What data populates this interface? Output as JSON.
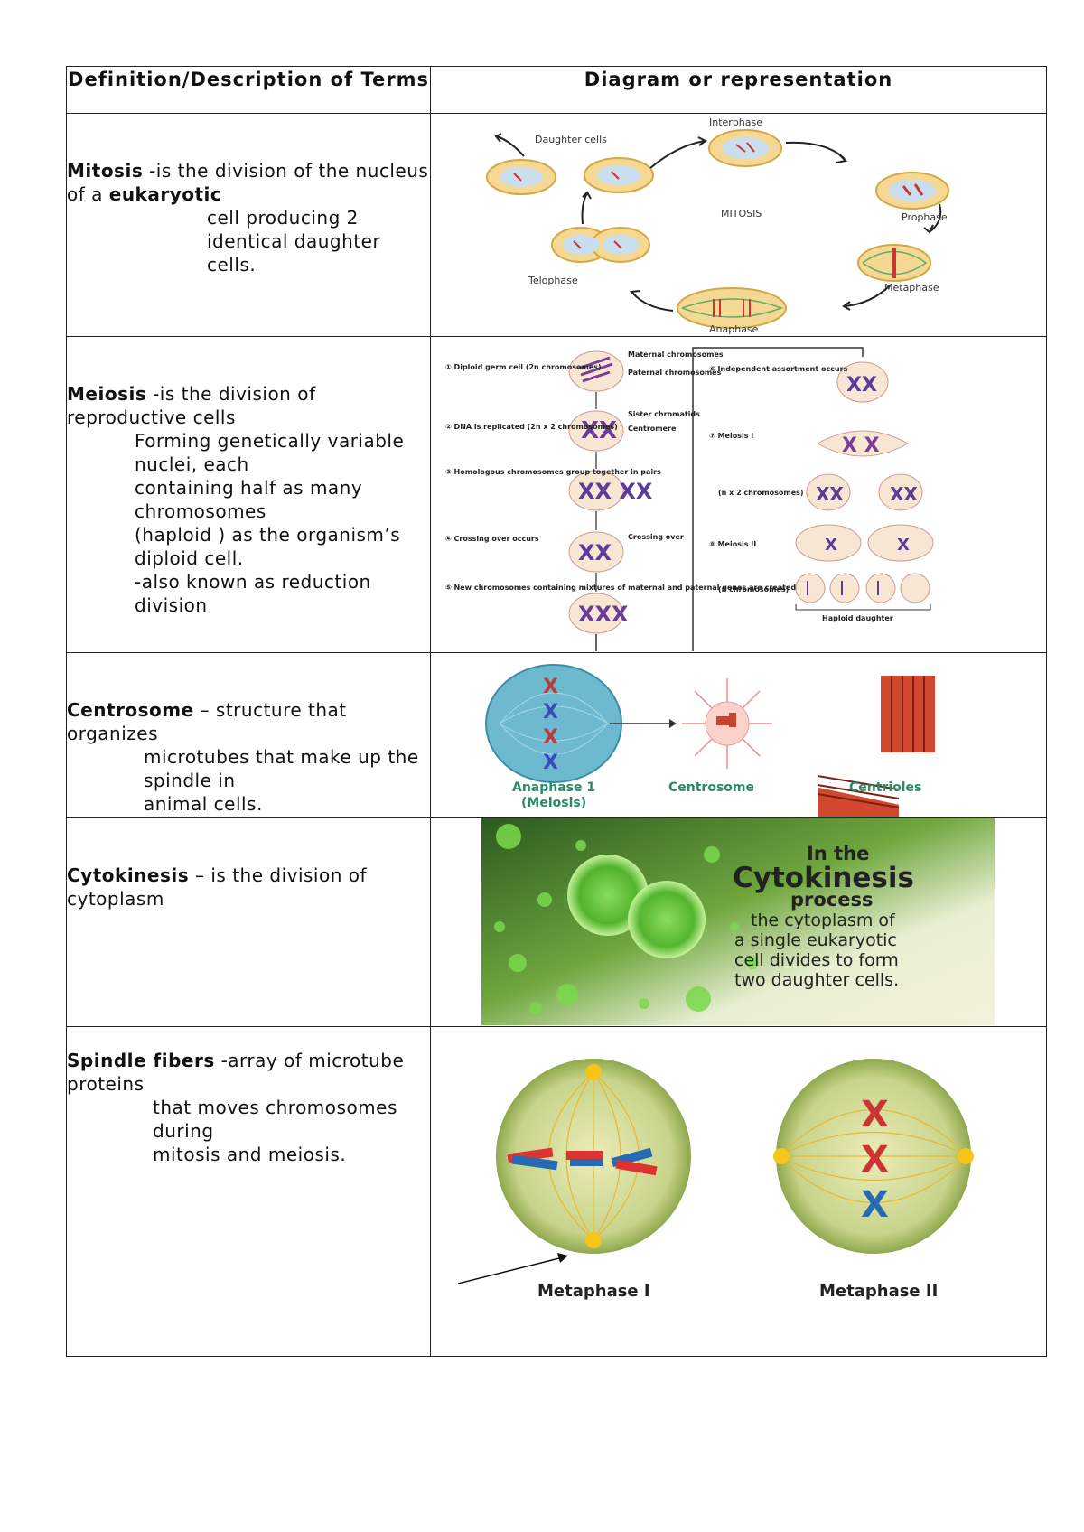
{
  "header": {
    "col1": "Definition/Description of Terms",
    "col2": "Diagram or representation"
  },
  "rows": [
    {
      "term": "Mitosis",
      "t1": " -is the division of the nucleus of a ",
      "bold2": "eukaryotic",
      "t2": "cell producing 2 identical daughter cells."
    },
    {
      "term": "Meiosis",
      "t1": " -is the division of reproductive cells",
      "t2": "Forming genetically variable nuclei, each",
      "t3": "containing  half as many chromosomes",
      "t4": "(haploid ) as  the organism’s diploid cell.",
      "t5": "-also known as reduction division"
    },
    {
      "term": "Centrosome",
      "t1": " – structure that organizes",
      "t2": "microtubes that make up the spindle in",
      "t3": "animal cells."
    },
    {
      "term": "Cytokinesis",
      "t1": " – is the division of cytoplasm"
    },
    {
      "term": "Spindle fibers",
      "t1": "  -array of microtube proteins",
      "t2": "that moves chromosomes during",
      "t3": "mitosis and meiosis."
    }
  ],
  "fig_mitosis": {
    "interphase": "Interphase",
    "daughter": "Daughter cells",
    "prophase": "Prophase",
    "center": "MITOSIS",
    "metaphase": "Metaphase",
    "telophase": "Telophase",
    "anaphase": "Anaphase"
  },
  "fig_meiosis": {
    "s1": "① Diploid germ cell (2n chromosomes)",
    "s2": "② DNA is replicated (2n x 2 chromosomes)",
    "s3": "③ Homologous chromosomes group together in pairs",
    "s4": "④ Crossing over occurs",
    "s5": "⑤ New chromosomes containing mixtures of maternal and paternal genes are created",
    "s6": "⑥ Independent assortment occurs",
    "s7": "⑦ Meiosis I",
    "s8": "(n x 2 chromosomes)",
    "s9": "⑧ Meiosis II",
    "s10": "(n chromosomes)",
    "m1": "Maternal chromosomes",
    "m2": "Paternal chromosomes",
    "m3": "Sister chromatids",
    "m4": "Centromere",
    "m5": "Crossing over",
    "hap": "Haploid daughter"
  },
  "fig_centrosome": {
    "a": "Anaphase 1",
    "a2": "(Meiosis)",
    "c": "Centrosome",
    "ct": "Centrioles"
  },
  "fig_cyto": {
    "l1": "In the",
    "l2": "Cytokinesis",
    "l3": "process",
    "l4": "the cytoplasm of",
    "l5": "a single eukaryotic",
    "l6": "cell divides to form",
    "l7": "two daughter cells."
  },
  "fig_spindle": {
    "m1": "Metaphase I",
    "m2": "Metaphase II"
  }
}
